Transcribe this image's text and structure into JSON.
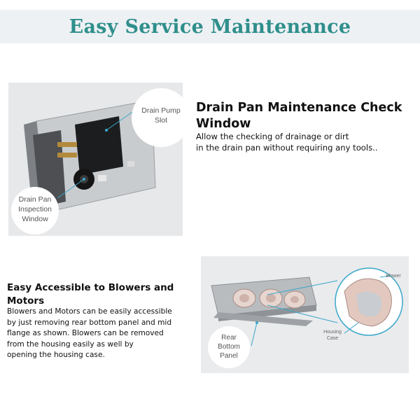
{
  "header": {
    "title": "Easy Service Maintenance"
  },
  "section_drain": {
    "title_lines": [
      "Drain Pan Maintenance Check",
      "Window"
    ],
    "body_lines": [
      "Allow the checking of drainage or dirt",
      "in the drain pan without requiring any tools.."
    ],
    "callout_pump": [
      "Drain Pump",
      "Slot"
    ],
    "callout_window": [
      "Drain Pan",
      "Inspection",
      "Window"
    ]
  },
  "section_blowers": {
    "title_lines": [
      "Easy Accessible to Blowers and",
      "Motors"
    ],
    "body_lines": [
      "Blowers and Motors can be easily accessible",
      "by just removing rear bottom panel and mid",
      "flange as shown. Blowers can be removed",
      "from the housing easily as well by",
      "opening the housing case."
    ],
    "callout_panel": [
      "Rear",
      "Bottom",
      "Panel"
    ],
    "callout_blower": "Blower",
    "callout_housing": [
      "Housing",
      "Case"
    ]
  },
  "colors": {
    "accent": "#2f8f8c",
    "banner_bg": "#eef1f4",
    "callout_line": "#3aa7c9"
  }
}
